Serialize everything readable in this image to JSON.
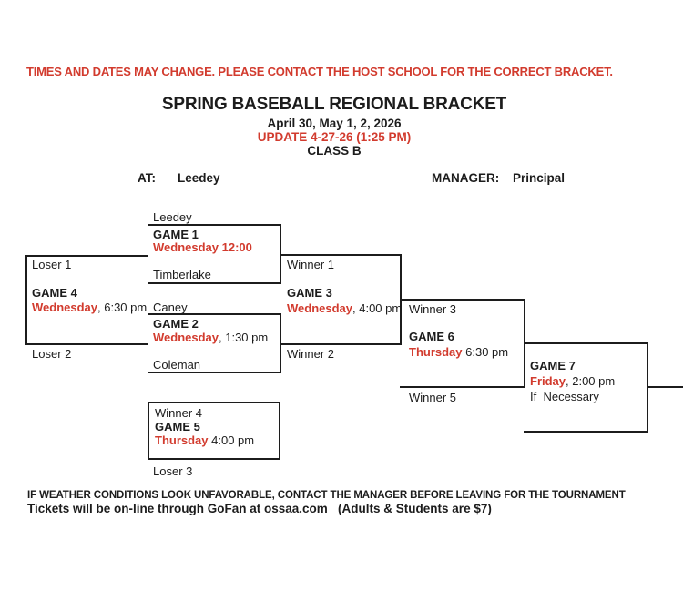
{
  "header": {
    "notice": "TIMES AND DATES MAY CHANGE. PLEASE CONTACT THE HOST SCHOOL FOR THE CORRECT BRACKET.",
    "title": "SPRING BASEBALL REGIONAL BRACKET",
    "dates": "April 30, May 1, 2, 2026",
    "update": "UPDATE 4-27-26 (1:25 PM)",
    "class_label": "CLASS B",
    "at_label": "AT:",
    "host": "Leedey",
    "manager_label": "MANAGER:",
    "manager": "Principal"
  },
  "colors": {
    "red": "#d23b2e",
    "ink": "#1c1c1c"
  },
  "bracket": {
    "game1": {
      "label": "GAME 1",
      "day": "Wednesday 12:00",
      "time": "",
      "top": "Leedey",
      "bottom": "Timberlake"
    },
    "game2": {
      "label": "GAME 2",
      "day": "Wednesday",
      "time": ", 1:30 pm",
      "top": "Caney",
      "bottom": "Coleman"
    },
    "game3": {
      "label": "GAME 3",
      "day": "Wednesday",
      "time": ", 4:00 pm",
      "top": "Winner 1",
      "bottom": "Winner 2"
    },
    "game4": {
      "label": "GAME 4",
      "day": "Wednesday",
      "time": ", 6:30 pm",
      "top": "Loser 1",
      "bottom": "Loser 2"
    },
    "game5": {
      "label": "GAME 5",
      "day": "Thursday",
      "time": " 4:00 pm",
      "top": "Winner 4",
      "bottom": "Loser 3"
    },
    "game6": {
      "label": "GAME 6",
      "day": "Thursday",
      "time": " 6:30 pm",
      "top": "Winner 3",
      "bottom": "Winner 5"
    },
    "game7": {
      "label": "GAME 7",
      "day": "Friday",
      "time": ", 2:00 pm",
      "note": "If  Necessary"
    }
  },
  "footer": {
    "weather": "IF WEATHER CONDITIONS LOOK UNFAVORABLE, CONTACT THE MANAGER BEFORE LEAVING FOR THE TOURNAMENT",
    "tickets": "Tickets will be on-line through GoFan at ossaa.com   (Adults & Students are $7)"
  }
}
